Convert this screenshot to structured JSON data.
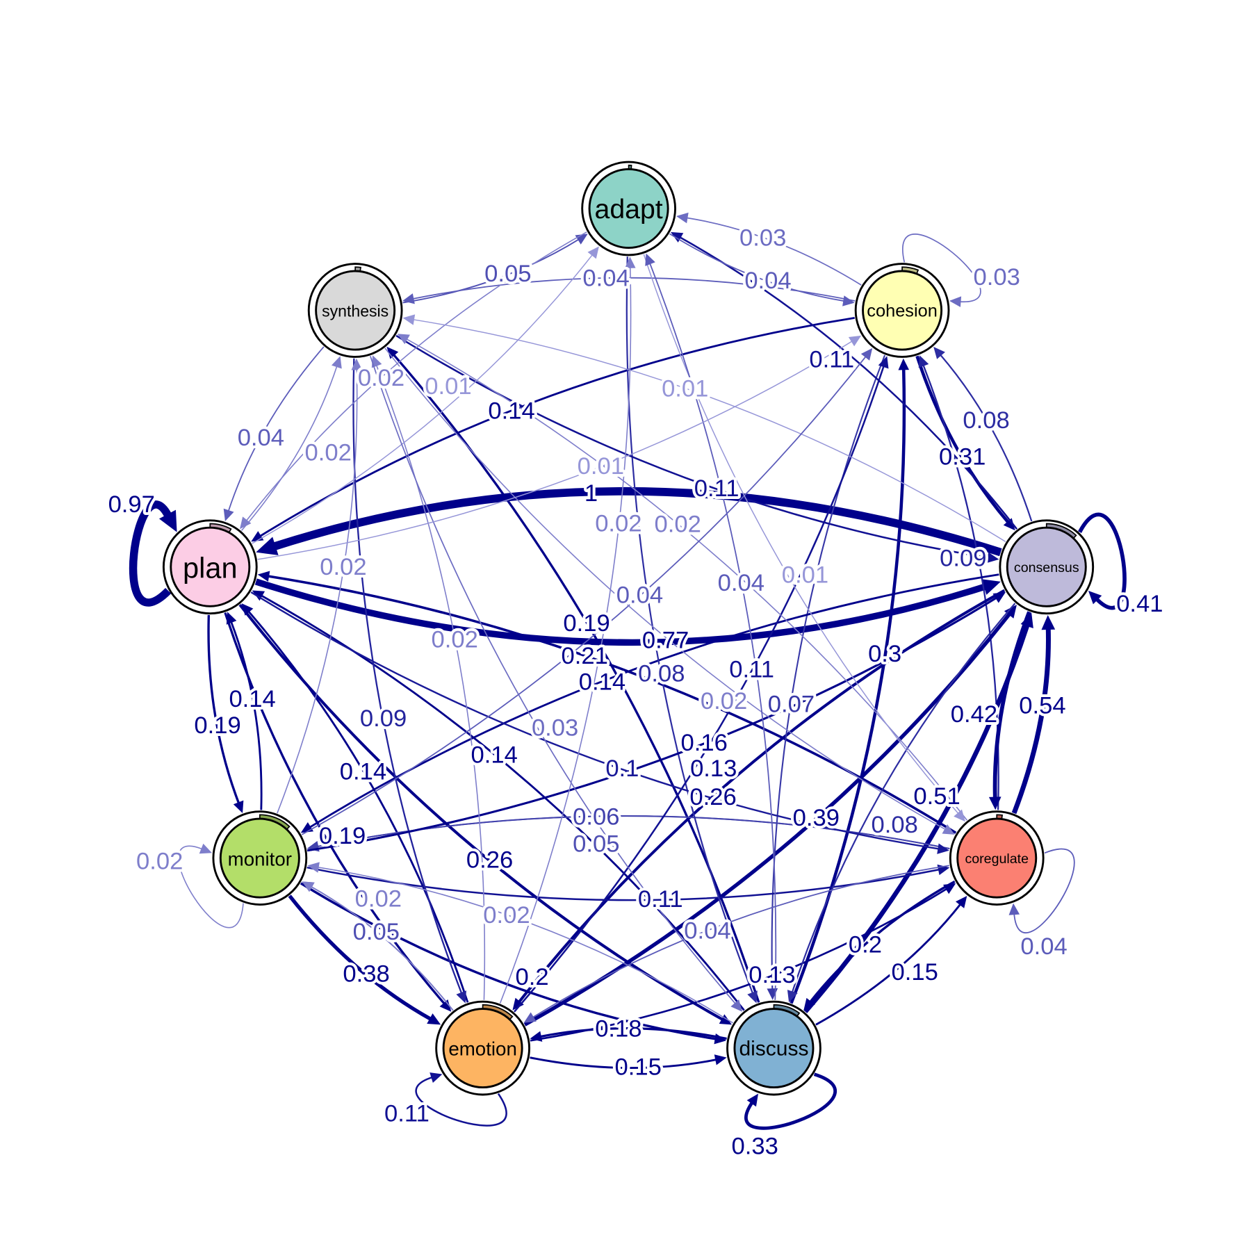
{
  "nodes": [
    {
      "id": "adapt",
      "label": "adapt",
      "color": "#8DD3C7",
      "pie": 0.01,
      "pie_color": "#6a9e95"
    },
    {
      "id": "cohesion",
      "label": "cohesion",
      "color": "#FFFFB3",
      "pie": 0.06,
      "pie_color": "#bfbf86"
    },
    {
      "id": "consensus",
      "label": "consensus",
      "color": "#BEBADA",
      "pie": 0.12,
      "pie_color": "#8f8ca3"
    },
    {
      "id": "coregulate",
      "label": "coregulate",
      "color": "#FB8072",
      "pie": 0.02,
      "pie_color": "#bc6055"
    },
    {
      "id": "discuss",
      "label": "discuss",
      "color": "#80B1D3",
      "pie": 0.1,
      "pie_color": "#60859e"
    },
    {
      "id": "emotion",
      "label": "emotion",
      "color": "#FDB462",
      "pie": 0.12,
      "pie_color": "#be874a"
    },
    {
      "id": "monitor",
      "label": "monitor",
      "color": "#B3DE69",
      "pie": 0.12,
      "pie_color": "#86a64f"
    },
    {
      "id": "plan",
      "label": "plan",
      "color": "#FCCDE5",
      "pie": 0.08,
      "pie_color": "#bd9aac"
    },
    {
      "id": "synthesis",
      "label": "synthesis",
      "color": "#D9D9D9",
      "pie": 0.02,
      "pie_color": "#a3a3a3"
    }
  ],
  "edges": [
    {
      "from": "consensus",
      "to": "plan",
      "weight": 1,
      "label": "1"
    },
    {
      "from": "plan",
      "to": "consensus",
      "weight": 0.77,
      "label": "0.77"
    },
    {
      "from": "plan",
      "to": "plan",
      "weight": 0.97,
      "label": "0.97"
    },
    {
      "from": "consensus",
      "to": "consensus",
      "weight": 0.41,
      "label": "0.41"
    },
    {
      "from": "emotion",
      "to": "emotion",
      "weight": 0.11,
      "label": "0.11"
    },
    {
      "from": "discuss",
      "to": "discuss",
      "weight": 0.33,
      "label": "0.33"
    },
    {
      "from": "monitor",
      "to": "monitor",
      "weight": 0.02,
      "label": "0.02"
    },
    {
      "from": "cohesion",
      "to": "cohesion",
      "weight": 0.03,
      "label": "0.03"
    },
    {
      "from": "coregulate",
      "to": "coregulate",
      "weight": 0.04,
      "label": "0.04"
    },
    {
      "from": "plan",
      "to": "monitor",
      "weight": 0.19,
      "label": "0.19"
    },
    {
      "from": "monitor",
      "to": "plan",
      "weight": 0.14,
      "label": "0.14"
    },
    {
      "from": "emotion",
      "to": "plan",
      "weight": 0.14,
      "label": "0.14"
    },
    {
      "from": "plan",
      "to": "emotion",
      "weight": 0.19,
      "label": "0.19"
    },
    {
      "from": "discuss",
      "to": "plan",
      "weight": 0.14,
      "label": "0.14"
    },
    {
      "from": "coregulate",
      "to": "plan",
      "weight": 0.21,
      "label": "0.21"
    },
    {
      "from": "discuss",
      "to": "synthesis",
      "weight": 0.19,
      "label": "0.19"
    },
    {
      "from": "cohesion",
      "to": "plan",
      "weight": 0.14,
      "label": "0.14"
    },
    {
      "from": "cohesion",
      "to": "consensus",
      "weight": 0.31,
      "label": "0.31"
    },
    {
      "from": "consensus",
      "to": "cohesion",
      "weight": 0.08,
      "label": "0.08"
    },
    {
      "from": "discuss",
      "to": "cohesion",
      "weight": 0.3,
      "label": "0.3"
    },
    {
      "from": "coregulate",
      "to": "cohesion",
      "weight": 0.09,
      "label": "0.09"
    },
    {
      "from": "coregulate",
      "to": "consensus",
      "weight": 0.54,
      "label": "0.54"
    },
    {
      "from": "consensus",
      "to": "coregulate",
      "weight": 0.42,
      "label": "0.42"
    },
    {
      "from": "discuss",
      "to": "consensus",
      "weight": 0.51,
      "label": "0.51"
    },
    {
      "from": "emotion",
      "to": "consensus",
      "weight": 0.39,
      "label": "0.39"
    },
    {
      "from": "monitor",
      "to": "consensus",
      "weight": 0.16,
      "label": "0.16"
    },
    {
      "from": "monitor",
      "to": "emotion",
      "weight": 0.38,
      "label": "0.38"
    },
    {
      "from": "emotion",
      "to": "monitor",
      "weight": 0.05,
      "label": "0.05"
    },
    {
      "from": "coregulate",
      "to": "monitor",
      "weight": 0.05,
      "label": "0.05"
    },
    {
      "from": "emotion",
      "to": "discuss",
      "weight": 0.15,
      "label": "0.15"
    },
    {
      "from": "monitor",
      "to": "discuss",
      "weight": 0.2,
      "label": "0.2"
    },
    {
      "from": "discuss",
      "to": "emotion",
      "weight": 0.18,
      "label": "0.18"
    },
    {
      "from": "plan",
      "to": "discuss",
      "weight": 0.26,
      "label": "0.26"
    },
    {
      "from": "consensus",
      "to": "emotion",
      "weight": 0.26,
      "label": "0.26"
    },
    {
      "from": "discuss",
      "to": "coregulate",
      "weight": 0.15,
      "label": "0.15"
    },
    {
      "from": "coregulate",
      "to": "discuss",
      "weight": 0.2,
      "label": "0.2"
    },
    {
      "from": "cohesion",
      "to": "discuss",
      "weight": 0.07,
      "label": "0.07"
    },
    {
      "from": "coregulate",
      "to": "monitor",
      "weight": 0.06,
      "label": "0.06"
    },
    {
      "from": "monitor",
      "to": "coregulate",
      "weight": 0.11,
      "label": "0.11"
    },
    {
      "from": "consensus",
      "to": "monitor",
      "weight": 0.14,
      "label": "0.14"
    },
    {
      "from": "adapt",
      "to": "discuss",
      "weight": 0.08,
      "label": "0.08"
    },
    {
      "from": "synthesis",
      "to": "emotion",
      "weight": 0.09,
      "label": "0.09"
    },
    {
      "from": "consensus",
      "to": "adapt",
      "weight": 0.11,
      "label": "0.11"
    },
    {
      "from": "emotion",
      "to": "cohesion",
      "weight": 0.11,
      "label": "0.11"
    },
    {
      "from": "synthesis",
      "to": "consensus",
      "weight": 0.11,
      "label": "0.11"
    },
    {
      "from": "monitor",
      "to": "consensus",
      "weight": 0.13,
      "label": "0.13"
    },
    {
      "from": "emotion",
      "to": "coregulate",
      "weight": 0.13,
      "label": "0.13"
    },
    {
      "from": "consensus",
      "to": "discuss",
      "weight": 0.08,
      "label": "0.08"
    },
    {
      "from": "plan",
      "to": "coregulate",
      "weight": 0.1,
      "label": "0.1"
    },
    {
      "from": "synthesis",
      "to": "adapt",
      "weight": 0.05,
      "label": "0.05"
    },
    {
      "from": "cohesion",
      "to": "synthesis",
      "weight": 0.04,
      "label": "0.04"
    },
    {
      "from": "adapt",
      "to": "cohesion",
      "weight": 0.04,
      "label": "0.04"
    },
    {
      "from": "cohesion",
      "to": "adapt",
      "weight": 0.03,
      "label": "0.03"
    },
    {
      "from": "synthesis",
      "to": "plan",
      "weight": 0.04,
      "label": "0.04"
    },
    {
      "from": "plan",
      "to": "synthesis",
      "weight": 0.02,
      "label": "0.02"
    },
    {
      "from": "monitor",
      "to": "synthesis",
      "weight": 0.02,
      "label": "0.02"
    },
    {
      "from": "emotion",
      "to": "synthesis",
      "weight": 0.02,
      "label": "0.02"
    },
    {
      "from": "adapt",
      "to": "plan",
      "weight": 0.02,
      "label": "0.02"
    },
    {
      "from": "consensus",
      "to": "synthesis",
      "weight": 0.01,
      "label": "0.01"
    },
    {
      "from": "coregulate",
      "to": "synthesis",
      "weight": 0.02,
      "label": "0.02"
    },
    {
      "from": "monitor",
      "to": "cohesion",
      "weight": 0.04,
      "label": "0.04"
    },
    {
      "from": "plan",
      "to": "adapt",
      "weight": 0.01,
      "label": "0.01"
    },
    {
      "from": "discuss",
      "to": "monitor",
      "weight": 0.02,
      "label": "0.02"
    },
    {
      "from": "synthesis",
      "to": "discuss",
      "weight": 0.03,
      "label": "0.03"
    },
    {
      "from": "coregulate",
      "to": "emotion",
      "weight": 0.04,
      "label": "0.04"
    },
    {
      "from": "synthesis",
      "to": "coregulate",
      "weight": 0.02,
      "label": "0.02"
    },
    {
      "from": "adapt",
      "to": "coregulate",
      "weight": 0.01,
      "label": "0.01"
    },
    {
      "from": "emotion",
      "to": "adapt",
      "weight": 0.02,
      "label": "0.02"
    },
    {
      "from": "discuss",
      "to": "adapt",
      "weight": 0.04,
      "label": "0.04"
    },
    {
      "from": "emotion",
      "to": "monitor",
      "weight": 0.02,
      "label": "0.02"
    },
    {
      "from": "plan",
      "to": "cohesion",
      "weight": 0.01,
      "label": "0.01"
    }
  ],
  "style": {
    "strong_edge_color": "#00008B",
    "weak_edge_color": "#CFCFF5"
  }
}
